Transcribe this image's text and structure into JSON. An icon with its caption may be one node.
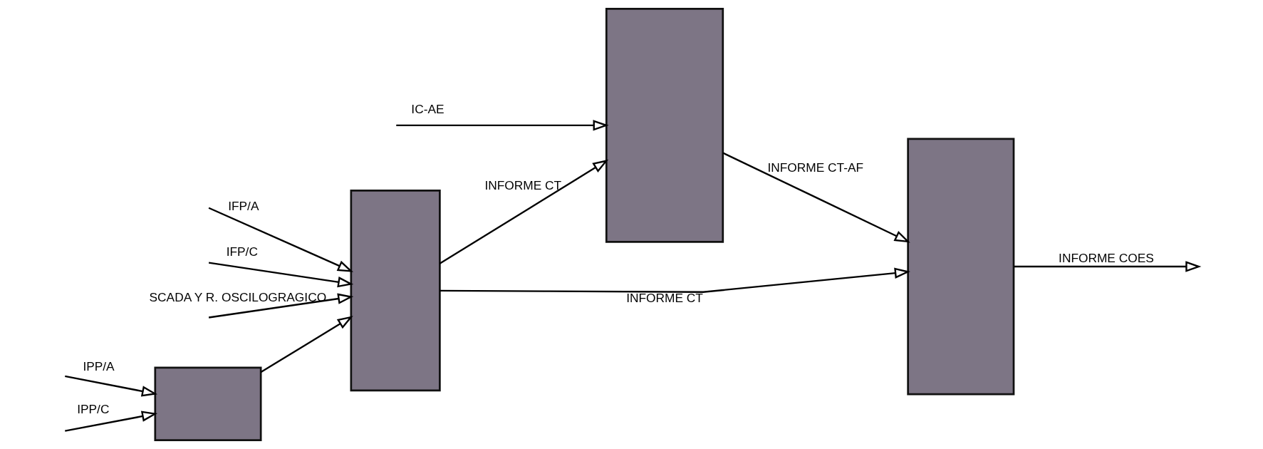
{
  "diagram": {
    "nodes": [
      {
        "text": [],
        "shape": "box"
      },
      {
        "text": [],
        "shape": "box"
      },
      {
        "text": [],
        "shape": "box"
      },
      {
        "text": [],
        "shape": "box"
      }
    ],
    "edges": [
      {
        "from": null,
        "to": 0,
        "arrow": "to",
        "label": "IPP/A"
      },
      {
        "from": null,
        "to": 0,
        "arrow": "to",
        "label": "IPP/C"
      },
      {
        "from": 0,
        "to": 1,
        "arrow": "to"
      },
      {
        "from": null,
        "to": 1,
        "arrow": "to",
        "label": "IFP/A"
      },
      {
        "from": null,
        "to": 1,
        "arrow": "to",
        "label": "IFP/C"
      },
      {
        "from": null,
        "to": 1,
        "arrow": "to",
        "label": "SCADA Y R. OSCILOGRAGICO"
      },
      {
        "from": null,
        "to": 2,
        "arrow": "to",
        "label": "IC-AE"
      },
      {
        "from": 1,
        "to": 2,
        "arrow": "to",
        "label": "INFORME CT"
      },
      {
        "from": 1,
        "to": 3,
        "arrow": "to",
        "label": "INFORME CT"
      },
      {
        "from": 2,
        "to": 3,
        "arrow": "to",
        "label": "INFORME CT-AF"
      },
      {
        "from": 3,
        "to": null,
        "arrow": "to",
        "label": "INFORME COES"
      }
    ]
  }
}
